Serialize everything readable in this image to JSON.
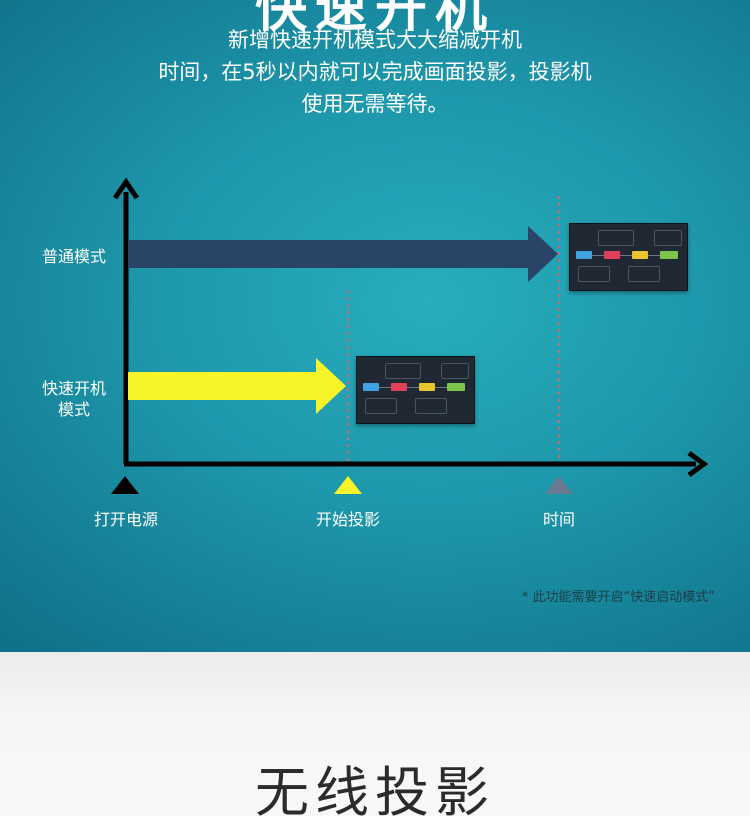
{
  "header": {
    "partial_title": "快速开机",
    "lines": [
      "新增快速开机模式大大缩减开机",
      "时间，在5秒以内就可以完成画面投影，投影机",
      "使用无需等待。"
    ]
  },
  "diagram": {
    "rows": [
      {
        "label": "普通模式",
        "color": "#2a4468"
      },
      {
        "label_line1": "快速开机",
        "label_line2": "模式",
        "color": "#f7f429"
      }
    ],
    "ticks": [
      {
        "label": "打开电源",
        "color": "#000000"
      },
      {
        "label": "开始投影",
        "color": "#f7f429"
      },
      {
        "label": "时间",
        "color": "#6a7a90"
      }
    ],
    "axis_color": "#000000"
  },
  "note": "* 此功能需要开启“快速启动模式”",
  "next_section": {
    "title": "无线投影"
  }
}
